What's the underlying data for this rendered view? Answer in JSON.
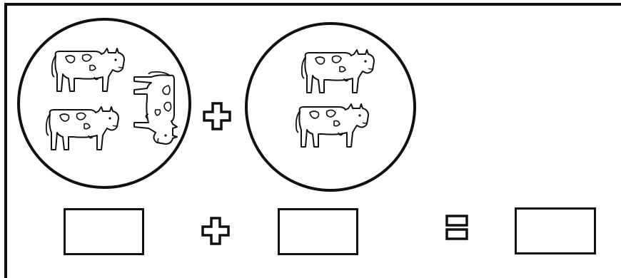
{
  "worksheet": {
    "groups": [
      {
        "name": "group-one",
        "cow_count": 3
      },
      {
        "name": "group-two",
        "cow_count": 2
      }
    ],
    "answer_boxes": [
      {
        "name": "first-addend",
        "value": ""
      },
      {
        "name": "second-addend",
        "value": ""
      },
      {
        "name": "sum",
        "value": ""
      }
    ],
    "symbols": [
      "plus-sign",
      "plus-sign",
      "equals-sign"
    ]
  }
}
